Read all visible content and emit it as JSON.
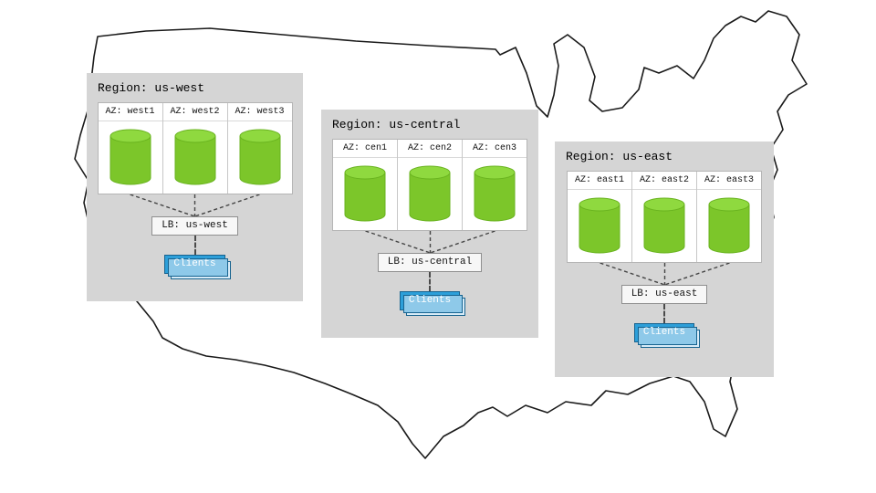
{
  "diagram": {
    "description": "Three cloud regions with availability zones drawn over a US map outline"
  },
  "regions": [
    {
      "title": "Region: us-west",
      "azs": [
        {
          "label": "AZ: west1"
        },
        {
          "label": "AZ: west2"
        },
        {
          "label": "AZ: west3"
        }
      ],
      "lb": "LB: us-west",
      "clients": "Clients"
    },
    {
      "title": "Region: us-central",
      "azs": [
        {
          "label": "AZ: cen1"
        },
        {
          "label": "AZ: cen2"
        },
        {
          "label": "AZ: cen3"
        }
      ],
      "lb": "LB: us-central",
      "clients": "Clients"
    },
    {
      "title": "Region: us-east",
      "azs": [
        {
          "label": "AZ: east1"
        },
        {
          "label": "AZ: east2"
        },
        {
          "label": "AZ: east3"
        }
      ],
      "lb": "LB: us-east",
      "clients": "Clients"
    }
  ],
  "colors": {
    "region_bg": "#d5d5d5",
    "az_bg": "#ffffff",
    "cylinder_green": "#7cc62a",
    "cylinder_green_top": "#8fd93f",
    "clients_blue": "#2d9fd9",
    "map_outline": "#1a1a1a"
  }
}
